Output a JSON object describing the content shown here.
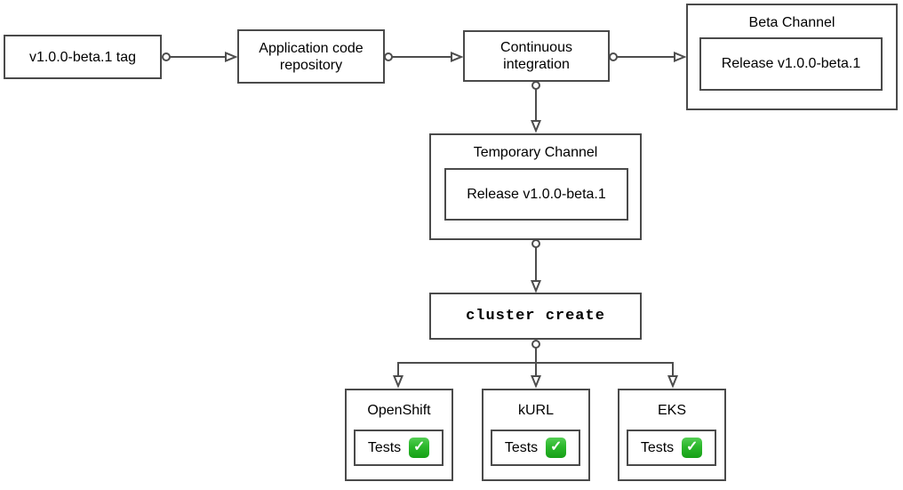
{
  "diagram": {
    "background": "#ffffff",
    "border_color": "#4a4a4a",
    "connector_color": "#4d4d4d",
    "nodes": {
      "tag": {
        "label": "v1.0.0-beta.1 tag"
      },
      "repo": {
        "label": "Application code repository"
      },
      "ci": {
        "label": "Continuous integration"
      },
      "beta_channel": {
        "title": "Beta Channel",
        "release_label": "Release v1.0.0-beta.1"
      },
      "temporary_channel": {
        "title": "Temporary Channel",
        "release_label": "Release v1.0.0-beta.1"
      },
      "cluster_create": {
        "label": "cluster create"
      }
    },
    "clusters": [
      {
        "title": "OpenShift",
        "tests_label": "Tests",
        "status_icon": "green-check-mark"
      },
      {
        "title": "kURL",
        "tests_label": "Tests",
        "status_icon": "green-check-mark"
      },
      {
        "title": "EKS",
        "tests_label": "Tests",
        "status_icon": "green-check-mark"
      }
    ],
    "edges": [
      {
        "from": "tag",
        "to": "repo"
      },
      {
        "from": "repo",
        "to": "ci"
      },
      {
        "from": "ci",
        "to": "beta_channel"
      },
      {
        "from": "ci",
        "to": "temporary_channel"
      },
      {
        "from": "temporary_channel",
        "to": "cluster_create"
      },
      {
        "from": "cluster_create",
        "to": "openshift"
      },
      {
        "from": "cluster_create",
        "to": "kurl"
      },
      {
        "from": "cluster_create",
        "to": "eks"
      }
    ],
    "status": {
      "check_glyph": "✓",
      "check_green": "#2bb72b",
      "check_mark_color": "#ffffff"
    }
  }
}
